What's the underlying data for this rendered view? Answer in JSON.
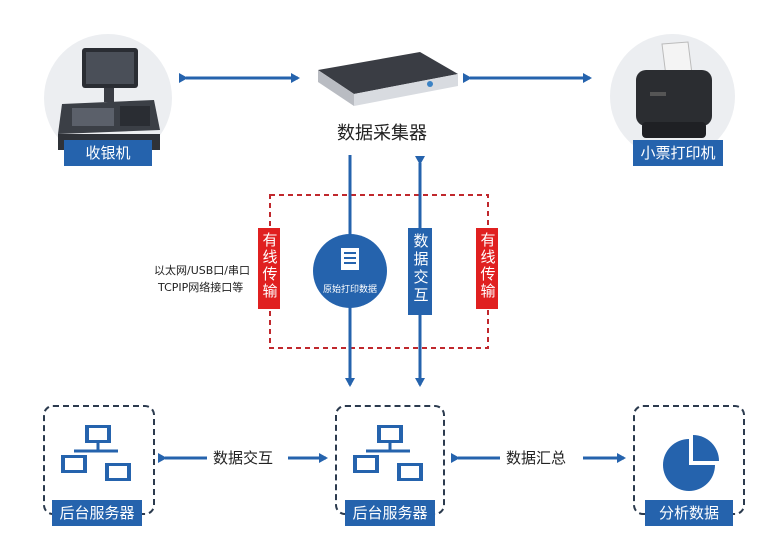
{
  "nodes": {
    "cashier": "收银机",
    "collector": "数据采集器",
    "ticket_printer": "小票打印机",
    "backend_left": "后台服务器",
    "backend_center": "后台服务器",
    "analysis": "分析数据"
  },
  "tags": {
    "wired_left": "有线传输",
    "wired_right": "有线传输",
    "data_exchange_vertical": "数据交互",
    "raw_print_data": "原始打印数据"
  },
  "interfaces": {
    "line1": "以太网/USB口/串口",
    "line2": "TCPIP网络接口等"
  },
  "edges": {
    "data_exchange": "数据交互",
    "data_summary": "数据汇总"
  },
  "colors": {
    "blue": "#2563ad",
    "red": "#e02020",
    "dark": "#2b3a4e"
  }
}
